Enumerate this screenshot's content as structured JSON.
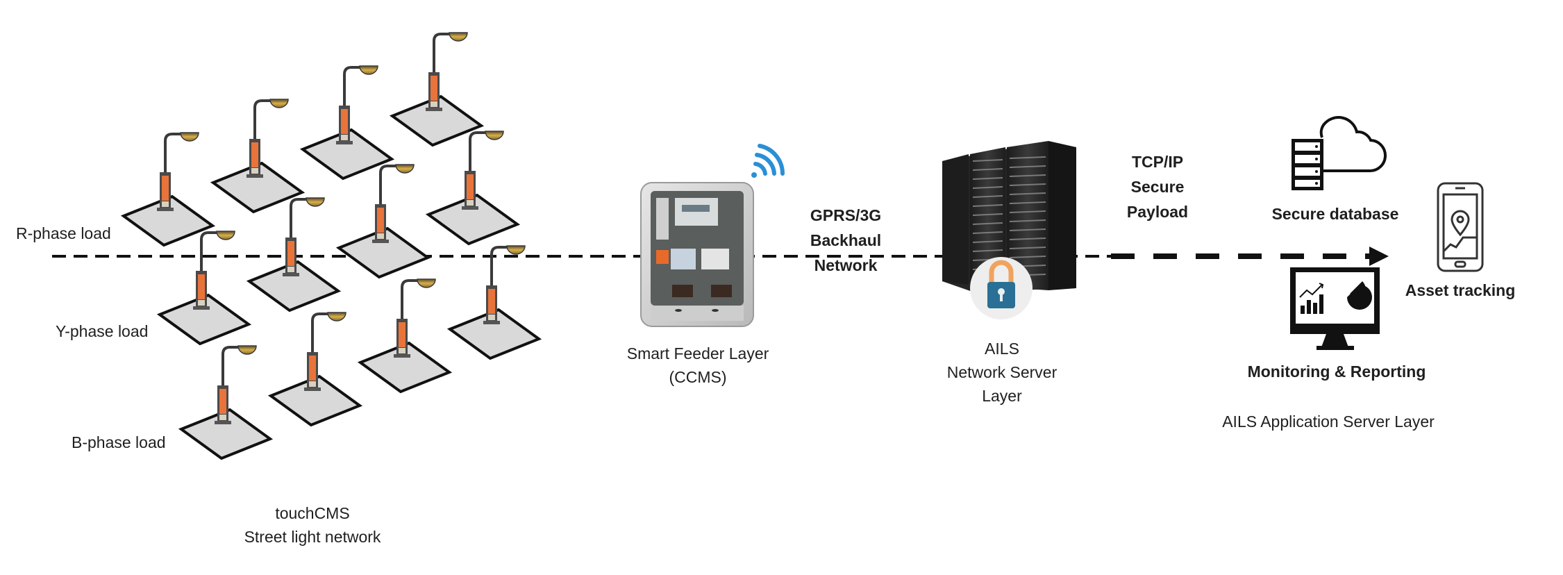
{
  "diagram": {
    "title": "touchCMS street light network architecture",
    "phase_labels": {
      "r": "R-phase load",
      "y": "Y-phase load",
      "b": "B-phase load"
    },
    "street_light_rows": [
      {
        "phase": "R",
        "lamp_count": 4
      },
      {
        "phase": "Y",
        "lamp_count": 4
      },
      {
        "phase": "B",
        "lamp_count": 4
      }
    ],
    "network_caption": [
      "touchCMS",
      "Street light network"
    ],
    "feeder": {
      "caption": [
        "Smart Feeder Layer",
        "(CCMS)"
      ],
      "icon": "wifi-signal-icon"
    },
    "backhaul": {
      "caption": [
        "GPRS/3G",
        "Backhaul",
        "Network"
      ]
    },
    "network_server": {
      "caption": [
        "AILS",
        "Network Server",
        "Layer"
      ],
      "icon": "padlock-icon"
    },
    "payload": {
      "caption": [
        "TCP/IP",
        "Secure",
        "Payload"
      ]
    },
    "application_layer": {
      "secure_database": "Secure database",
      "asset_tracking": "Asset tracking",
      "monitoring": "Monitoring & Reporting",
      "caption": "AILS Application Server Layer"
    },
    "colors": {
      "dash": "#111111",
      "pole_accent": "#e8743b",
      "plate_fill": "#d9d9d9",
      "wifi": "#2b8fd6",
      "lock_body": "#2a6f95",
      "lock_shackle": "#f0a35e",
      "server": "#2b2b2b"
    }
  }
}
